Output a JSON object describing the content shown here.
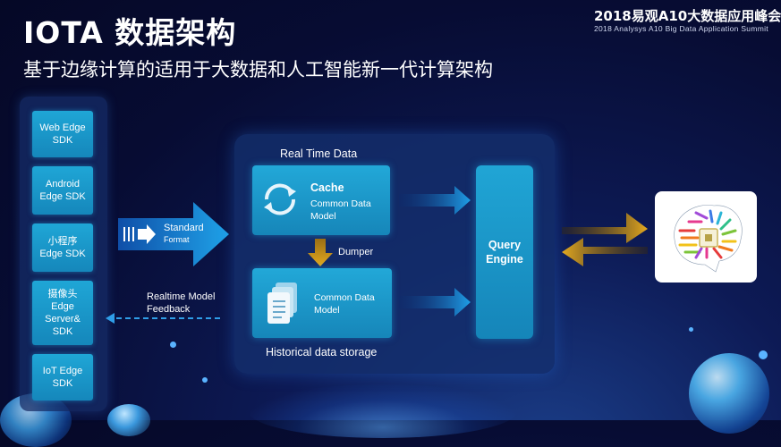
{
  "header": {
    "title": "IOTA 数据架构",
    "subtitle": "基于边缘计算的适用于大数据和人工智能新一代计算架构",
    "summit_cn": "2018易观A10大数据应用峰会",
    "summit_en": "2018 Analysys A10 Big Data Application Summit"
  },
  "sdks": [
    {
      "label": "Web Edge\nSDK"
    },
    {
      "label": "Android\nEdge SDK"
    },
    {
      "label": "小程序\nEdge SDK"
    },
    {
      "label": "摄像头\nEdge\nServer&\nSDK"
    },
    {
      "label": "IoT Edge\nSDK"
    }
  ],
  "flow": {
    "standard_format_line1": "Standard",
    "standard_format_line2": "Format",
    "feedback_line1": "Realtime Model",
    "feedback_line2": "Feedback"
  },
  "main": {
    "realtime_label": "Real Time Data",
    "cache_title": "Cache",
    "cache_sub1": "Common Data",
    "cache_sub2": "Model",
    "dumper_label": "Dumper",
    "hist_sub1": "Common Data",
    "hist_sub2": "Model",
    "historical_label": "Historical data storage"
  },
  "query_engine": {
    "label": "Query\nEngine"
  },
  "colors": {
    "accent_cyan": "#1fa6d6",
    "arrow_blue": "#1a8fe0",
    "arrow_gold": "#d9a21e",
    "background": "#070c33"
  },
  "icons": {
    "cache": "refresh-icon",
    "historical": "document-stack-icon",
    "brain": "brain-chip-icon"
  }
}
